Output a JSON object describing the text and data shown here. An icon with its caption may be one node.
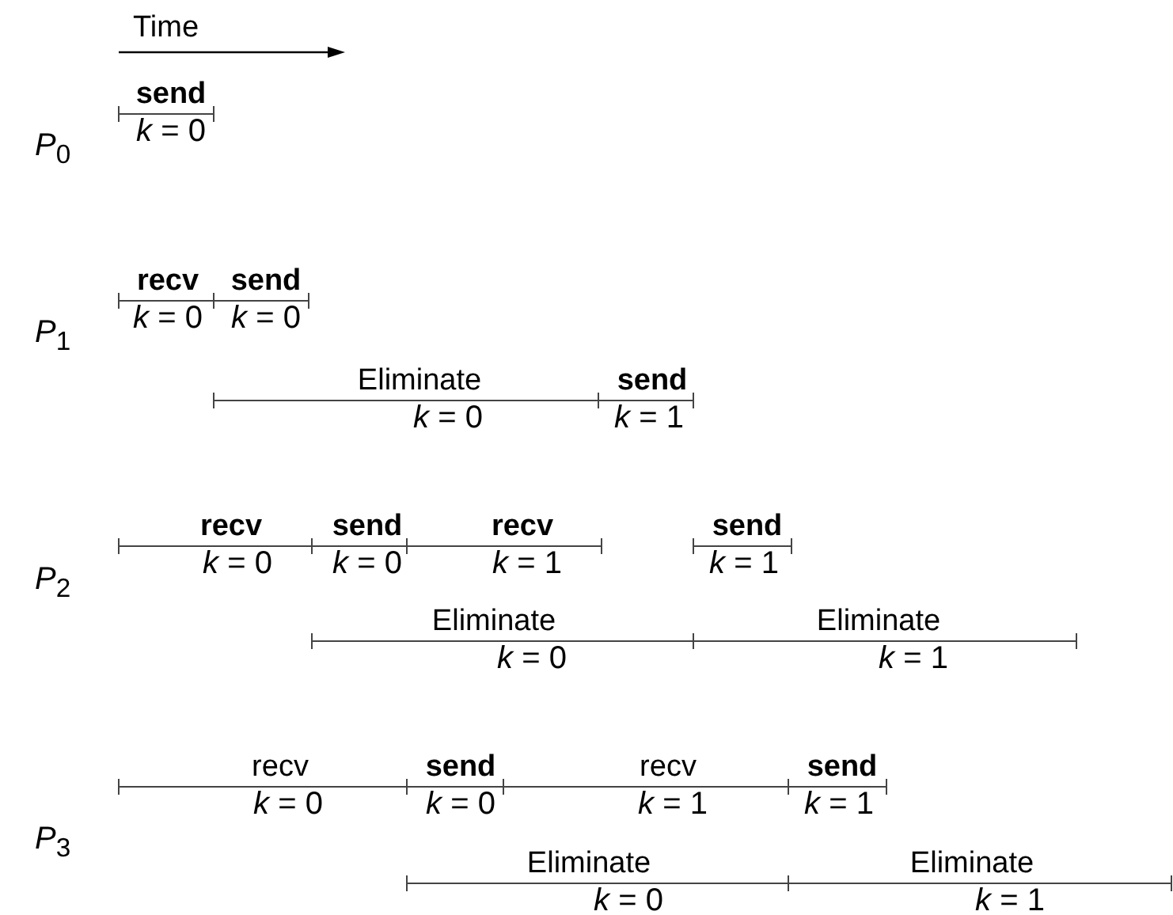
{
  "diagram": {
    "nodes": [
      {
        "text": [
          "send",
          "*k* = 0"
        ]
      },
      {
        "text": [
          "recv",
          "*k* = 0"
        ]
      },
      {
        "text": [
          "send",
          "*k* = 0"
        ]
      },
      {
        "text": [
          "Eliminate",
          "*k* = 0"
        ]
      },
      {
        "text": [
          "send",
          "*k* = 1"
        ]
      },
      {
        "text": [
          "recv",
          "*k* = 0"
        ]
      },
      {
        "text": [
          "send",
          "*k* = 0"
        ]
      },
      {
        "text": [
          "recv",
          "*k* = 1"
        ]
      },
      {
        "text": [
          "send",
          "*k* = 1"
        ]
      },
      {
        "text": [
          "Eliminate",
          "*k* = 0"
        ]
      },
      {
        "text": [
          "Eliminate",
          "*k* = 1"
        ]
      },
      {
        "text": [
          "recv",
          "*k* = 0"
        ]
      },
      {
        "text": [
          "send",
          "*k* = 0"
        ]
      },
      {
        "text": [
          "recv",
          "*k* = 1"
        ]
      },
      {
        "text": [
          "send",
          "*k* = 1"
        ]
      },
      {
        "text": [
          "Eliminate",
          "*k* = 0"
        ]
      },
      {
        "text": [
          "Eliminate",
          "*k* = 1"
        ]
      }
    ],
    "edges": [],
    "labels": [
      "Time",
      "*P*$_{0}$",
      "*P*$_{1}$",
      "*P*$_{2}$",
      "*P*$_{3}$"
    ]
  }
}
